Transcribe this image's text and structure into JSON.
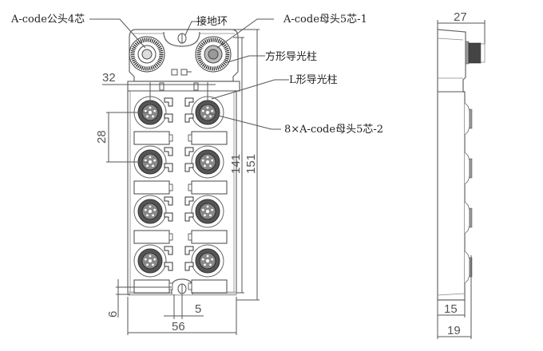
{
  "callouts": {
    "male_4pin": "A-code公头4芯",
    "ground_ring": "接地环",
    "female_5pin_1": "A-code母头5芯-1",
    "square_light_pipe": "方形导光柱",
    "l_light_pipe": "L形导光柱",
    "female_5pin_2": "8×A-code母头5芯-2"
  },
  "dimensions": {
    "top_conn_spacing": "32",
    "port_pitch": "28",
    "inner_height": "141",
    "total_height": "151",
    "mount_hole_offset": "6",
    "mount_hole_width": "5",
    "width": "56",
    "side_total_depth": "27",
    "side_body_depth": "15",
    "side_depth_with_ports": "19"
  },
  "ports": {
    "io_port_count": 8,
    "rows": 4,
    "columns": 2
  }
}
